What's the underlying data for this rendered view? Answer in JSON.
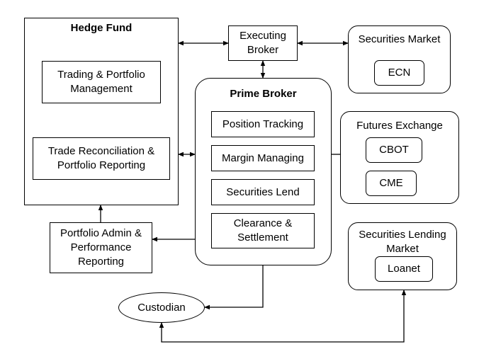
{
  "hedge_fund": {
    "title": "Hedge Fund",
    "trading": "Trading & Portfolio\nManagement",
    "reconciliation": "Trade Reconciliation &\nPortfolio Reporting"
  },
  "executing_broker": "Executing\nBroker",
  "prime_broker": {
    "title": "Prime Broker",
    "position_tracking": "Position Tracking",
    "margin_managing": "Margin Managing",
    "securities_lend": "Securities Lend",
    "clearance": "Clearance &\nSettlement"
  },
  "securities_market": {
    "title": "Securities Market",
    "ecn": "ECN"
  },
  "futures_exchange": {
    "title": "Futures Exchange",
    "cbot": "CBOT",
    "cme": "CME"
  },
  "securities_lending_market": {
    "title": "Securities Lending\nMarket",
    "loanet": "Loanet"
  },
  "portfolio_admin": "Portfolio Admin &\nPerformance\nReporting",
  "custodian": "Custodian"
}
